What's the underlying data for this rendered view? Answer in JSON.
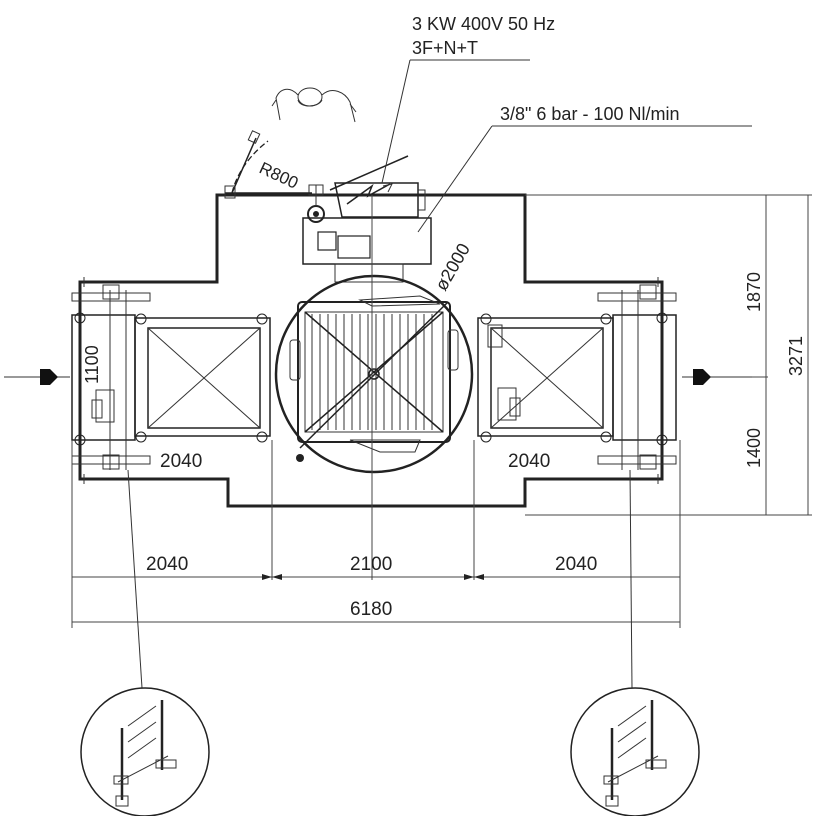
{
  "annotations": {
    "power_line1": "3 KW 400V 50 Hz",
    "power_line2": "3F+N+T",
    "air": "3/8\" 6 bar - 100 Nl/min",
    "radius": "R800",
    "diameter": "ø2000"
  },
  "dimensions": {
    "infeed_width": "1100",
    "left_conveyor_length": "2040",
    "right_conveyor_length": "2040",
    "bottom_left": "2040",
    "bottom_center": "2100",
    "bottom_right": "2040",
    "overall_length": "6180",
    "right_upper": "1870",
    "right_lower": "1400",
    "overall_depth": "3271"
  },
  "colors": {
    "line": "#222222",
    "background": "#ffffff"
  }
}
